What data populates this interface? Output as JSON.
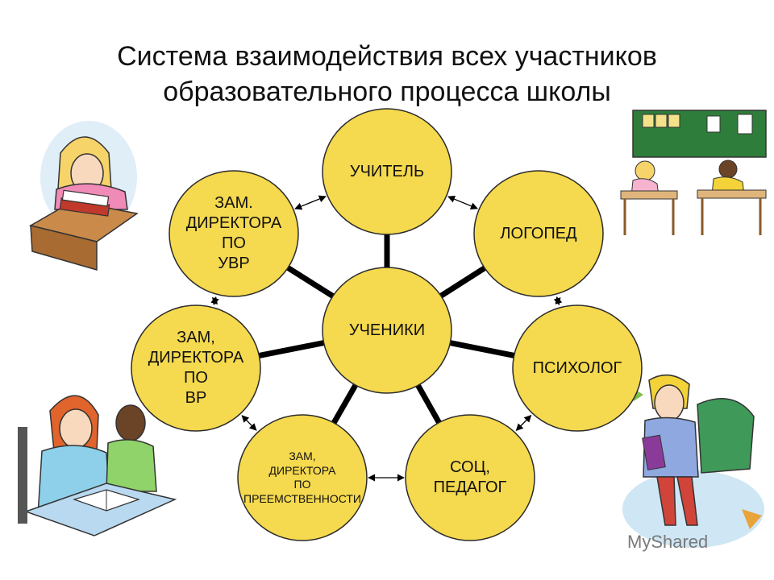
{
  "title": {
    "line1": "Система взаимодействия всех участников",
    "line2": "образовательного процесса школы"
  },
  "center_node": {
    "label": "УЧЕНИКИ"
  },
  "nodes": [
    {
      "id": "teacher",
      "lines": [
        "УЧИТЕЛЬ"
      ]
    },
    {
      "id": "speech-therapist",
      "lines": [
        "ЛОГОПЕД"
      ]
    },
    {
      "id": "psychologist",
      "lines": [
        "ПСИХОЛОГ"
      ]
    },
    {
      "id": "social-pedagogue",
      "lines": [
        "СОЦ,",
        "ПЕДАГОГ"
      ]
    },
    {
      "id": "deputy-continuity",
      "lines": [
        "ЗАМ,",
        "ДИРЕКТОРА",
        "ПО",
        "ПРЕЕМСТВЕННОСТИ"
      ]
    },
    {
      "id": "deputy-vr",
      "lines": [
        "ЗАМ,",
        "ДИРЕКТОРА",
        "ПО",
        "ВР"
      ]
    },
    {
      "id": "deputy-uvr",
      "lines": [
        "ЗАМ.",
        "ДИРЕКТОРА",
        "ПО",
        "УВР"
      ]
    }
  ],
  "colors": {
    "node_fill": "#F5D94E",
    "node_stroke": "#2b2b2b",
    "spoke": "#000000"
  },
  "watermark": {
    "text": "MyShared"
  }
}
